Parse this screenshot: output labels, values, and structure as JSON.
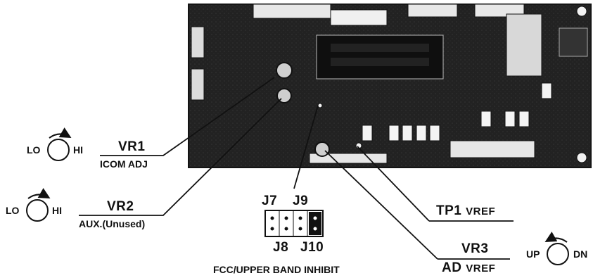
{
  "knobs": [
    {
      "id": "vr1",
      "left": "LO",
      "right": "HI"
    },
    {
      "id": "vr2",
      "left": "LO",
      "right": "HI"
    },
    {
      "id": "vr3",
      "left": "UP",
      "right": "DN"
    }
  ],
  "labels": {
    "vr1_name": "VR1",
    "vr1_desc": "ICOM ADJ",
    "vr2_name": "VR2",
    "vr2_desc": "AUX.(Unused)",
    "tp1_name": "TP1",
    "tp1_sub": "VREF",
    "vr3_name": "VR3",
    "vr3_desc": "AD",
    "vr3_sub": "VREF"
  },
  "jumpers": {
    "top_left": "J7",
    "top_right": "J9",
    "bottom_left": "J8",
    "bottom_right": "J10",
    "caption": "FCC/UPPER BAND INHIBIT"
  }
}
